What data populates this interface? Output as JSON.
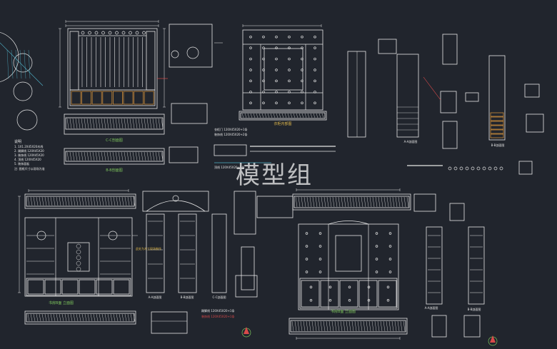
{
  "watermark": "模型组",
  "colors": {
    "background": "#21252d",
    "line": "#e6e6e6",
    "dim": "#d94a4a",
    "green": "#7cc35c",
    "yellow": "#e0b84a",
    "cyan": "#4fb3c9",
    "wood": "#c98a3a"
  },
  "labels": {
    "top_left_caption": "C-C剖面图",
    "top_left_caption2": "B-B剖面图",
    "top_mid_caption": "衣柜内部图",
    "profile_note_1": "衣柜门 120X45X20+1条",
    "profile_note_2": "装饰线 120X45X20+2条",
    "profile_note_3": "顶线 120X45X20+1条",
    "right_caption_1": "A-A剖面图",
    "right_caption_2": "B-B剖面图",
    "bottom_left_caption": "书房B面 立面图",
    "bottom_left_note": "此处为木工现场制作",
    "bottom_mid_caption_1": "A-A剖面图",
    "bottom_mid_caption_2": "B-B剖面图",
    "bottom_mid_caption_3": "C-C剖面图",
    "bottom_right_caption": "书房B面 立面图",
    "bottom_right_cap_a": "A-A剖面图",
    "bottom_right_cap_b": "B-B剖面图",
    "bottom_note_1": "踢脚线 120X45X20+1条",
    "bottom_note_2": "装饰线 120X45X20+1条",
    "left_legend_title": "说明",
    "left_legend_1": "1. 1X1.2X45X20木线",
    "left_legend_2": "2. 踢脚线 120X45X20",
    "left_legend_3": "3. 装饰线 120X45X20",
    "left_legend_4": "4. 顶线 120X45X20",
    "left_legend_5": "5. 装饰面板",
    "left_legend_6": "注: 图纸尺寸以现场为准"
  }
}
